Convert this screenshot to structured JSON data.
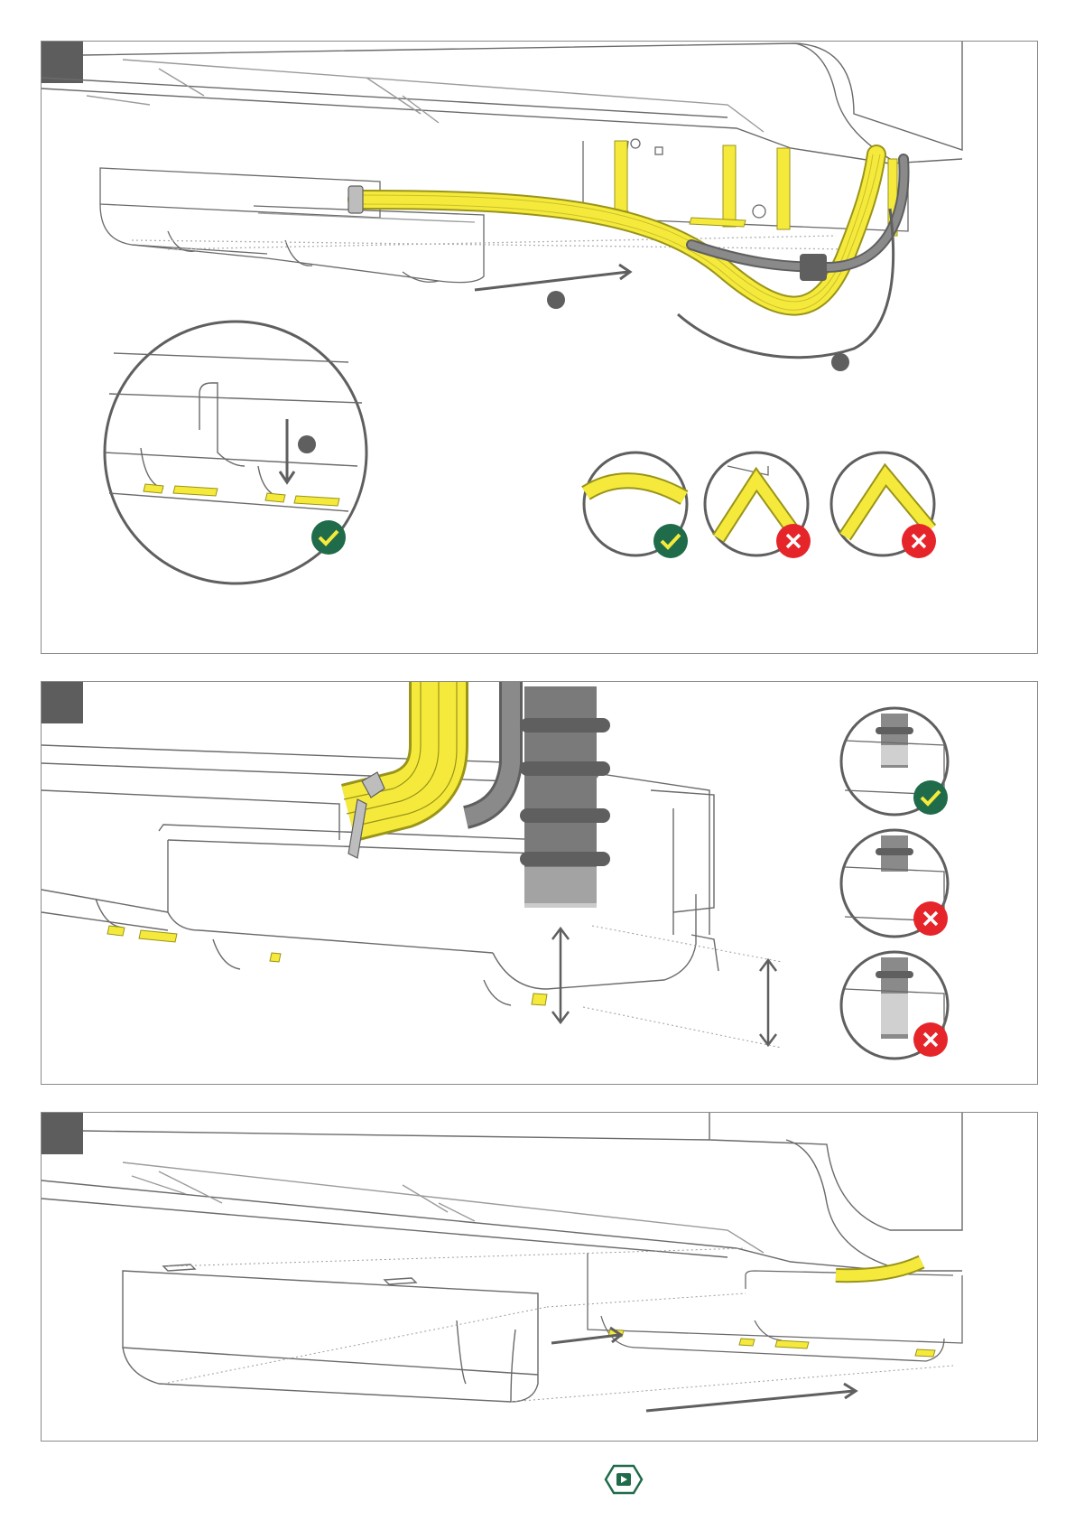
{
  "document": {
    "type": "assembly-instructions",
    "panels": [
      {
        "id": "panel-1",
        "step_marker": "",
        "description_visible": false
      },
      {
        "id": "panel-2",
        "step_marker": "",
        "description_visible": false
      },
      {
        "id": "panel-3",
        "step_marker": "",
        "description_visible": false
      }
    ]
  },
  "icons": {
    "correct": "check-icon",
    "incorrect": "cross-icon",
    "footer": "video-play-icon"
  },
  "colors": {
    "cable_yellow": "#f5ea3c",
    "cable_outline": "#9a9418",
    "line_gray": "#5f5f5f",
    "light_line": "#9b9b9b",
    "correct_green": "#1f6b4a",
    "incorrect_red": "#e5252a",
    "tab_gray": "#5d5d5d"
  }
}
